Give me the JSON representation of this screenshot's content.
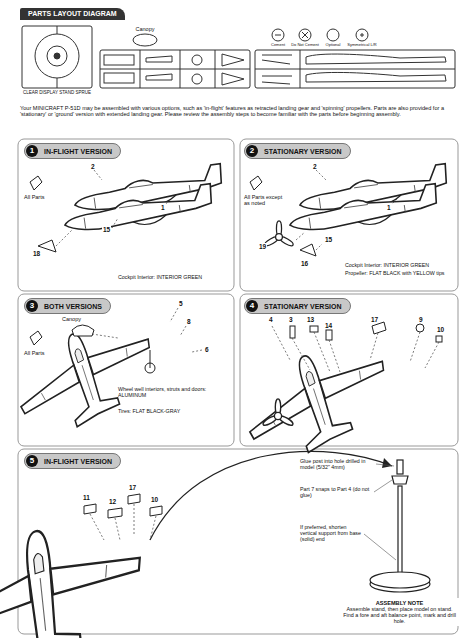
{
  "diagram": {
    "title": "PARTS LAYOUT DIAGRAM",
    "nodes": [
      {
        "text": [
          "1",
          "IN-FLIGHT VERSION"
        ]
      },
      {
        "text": [
          "2",
          "STATIONARY VERSION"
        ]
      },
      {
        "text": [
          "3",
          "BOTH VERSIONS"
        ]
      },
      {
        "text": [
          "4",
          "STATIONARY VERSION"
        ]
      },
      {
        "text": [
          "5",
          "IN-FLIGHT VERSION"
        ]
      },
      {
        "text": [
          "ASSEMBLY NOTE",
          "Assemble stand, then place model on stand. Find a fore and aft balance point, mark and drill hole."
        ]
      }
    ],
    "labels": [
      "CLEAR DISPLAY STAND SPRUE",
      "Canopy",
      "Cement",
      "Do Not Cement",
      "Optional",
      "Symmetrical L/R",
      "Your MINICRAFT P-51D may be assembled with various options, such as 'in-flight' features as retracted landing gear and 'spinning' propellers. Parts are also provided for a 'stationary' or 'ground' version with extended landing gear. Please review the assembly steps to become familiar with the parts before beginning assembly.",
      "All Parts",
      "2",
      "1",
      "15",
      "18",
      "Cockpit Interior: INTERIOR GREEN",
      "All Parts except as noted",
      "2",
      "1",
      "19",
      "16",
      "15",
      "Cockpit Interior: INTERIOR GREEN",
      "Propeller: FLAT BLACK with YELLOW tips",
      "All Parts",
      "Canopy",
      "5",
      "8",
      "6",
      "Wheel well interiors, struts and doors: ALUMINUM",
      "Tires: FLAT BLACK-GRAY",
      "4",
      "3",
      "13",
      "14",
      "17",
      "9",
      "10",
      "11",
      "12",
      "17",
      "10",
      "Glue post into hole drilled in model (5/32\" 4mm)",
      "Part 7 snaps to Part 4 (do not glue)",
      "If preferred, shorten vertical support from base (solid) end"
    ]
  }
}
